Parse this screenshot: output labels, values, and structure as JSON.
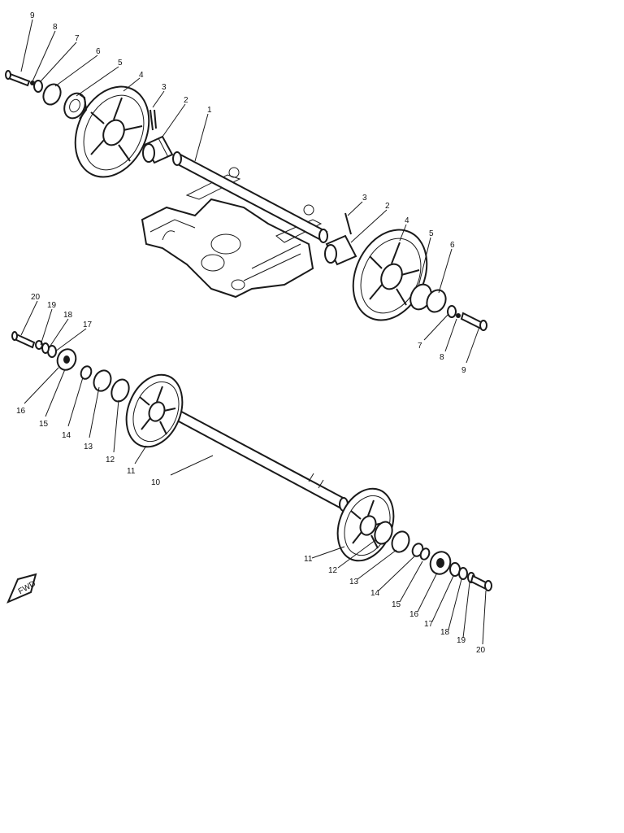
{
  "diagram": {
    "fwd_marker": "FWD",
    "labels": {
      "top_left": [
        "9",
        "8",
        "7",
        "6",
        "5",
        "4",
        "3",
        "2",
        "1"
      ],
      "top_right": [
        "3",
        "2",
        "4",
        "5",
        "6",
        "7",
        "8",
        "9"
      ],
      "lower_left": [
        "20",
        "19",
        "18",
        "17",
        "16",
        "15",
        "14",
        "13",
        "12",
        "11",
        "10"
      ],
      "lower_right": [
        "11",
        "12",
        "13",
        "14",
        "15",
        "16",
        "17",
        "18",
        "19",
        "20"
      ]
    }
  }
}
